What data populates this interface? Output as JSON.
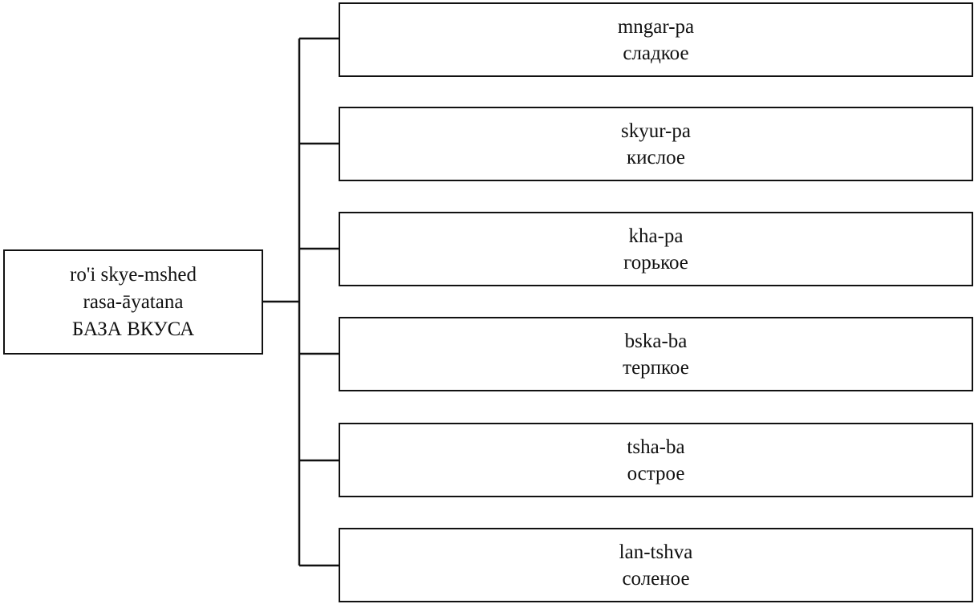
{
  "root": {
    "lines": [
      "ro'i  skye-mshed",
      "rasa-āyatana",
      "БАЗА ВКУСА"
    ]
  },
  "branches": [
    {
      "tibetan": "mngar-pa",
      "russian": "сладкое"
    },
    {
      "tibetan": "skyur-pa",
      "russian": "кислое"
    },
    {
      "tibetan": "kha-pa",
      "russian": "горькое"
    },
    {
      "tibetan": "bska-ba",
      "russian": "терпкое"
    },
    {
      "tibetan": "tsha-ba",
      "russian": "острое"
    },
    {
      "tibetan": "lan-tshva",
      "russian": "соленое"
    }
  ]
}
